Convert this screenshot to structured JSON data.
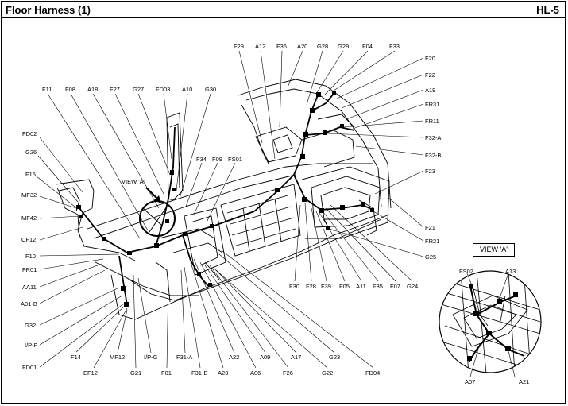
{
  "header": {
    "title": "Floor Harness (1)",
    "page_code": "HL-5"
  },
  "labels": {
    "F29": "F29",
    "A12": "A12",
    "F36": "F36",
    "A20": "A20",
    "G28": "G28",
    "G29": "G29",
    "F04": "F04",
    "F33": "F33",
    "F20": "F20",
    "F22": "F22",
    "A19": "A19",
    "FR31": "FR31",
    "FR11": "FR11",
    "F32A": "F32-A",
    "F32B": "F32-B",
    "F23": "F23",
    "F21": "F21",
    "FR21": "FR21",
    "G25": "G25",
    "F11": "F11",
    "F08": "F08",
    "A18": "A18",
    "F27": "F27",
    "G27": "G27",
    "FD03": "FD03",
    "A10": "A10",
    "G30": "G30",
    "F34": "F34",
    "F09": "F09",
    "FS01": "FS01",
    "FD02": "FD02",
    "G26": "G26",
    "F15": "F15",
    "MF32": "MF32",
    "MF42": "MF42",
    "CF12": "CF12",
    "F10": "F10",
    "FR01": "FR01",
    "AA11": "AA11",
    "A01B": "A01-B",
    "G32": "G32",
    "IPF": "I/P-F",
    "FD01": "FD01",
    "F14": "F14",
    "EF12": "EF12",
    "MF12": "MF12",
    "G21": "G21",
    "IPG": "I/P-G",
    "F01": "F01",
    "F31A": "F31-A",
    "F31B": "F31-B",
    "A23": "A23",
    "A22": "A22",
    "A06": "A06",
    "A09": "A09",
    "F26": "F26",
    "A17": "A17",
    "G22": "G22",
    "G23": "G23",
    "FD04": "FD04",
    "F30": "F30",
    "F28": "F28",
    "F39": "F39",
    "F05": "F05",
    "A11": "A11",
    "F35": "F35",
    "F07": "F07",
    "G24": "G24",
    "FS02": "FS02",
    "A13": "A13",
    "A07": "A07",
    "A21": "A21"
  },
  "view_callout": "VIEW 'A'",
  "view_box_label": "VIEW 'A'"
}
